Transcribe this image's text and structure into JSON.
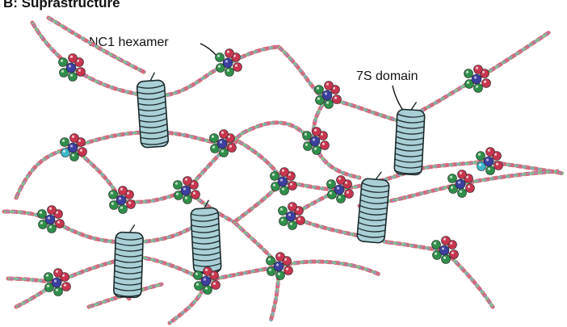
{
  "figure": {
    "title": "B: Suprastructure",
    "labels": {
      "nc1": "NC1 hexamer",
      "s7": "7S domain"
    }
  },
  "colors": {
    "strand_red": "#d46a7e",
    "strand_green": "#7cc28f",
    "strand_blue": "#7aa3d8",
    "coil_fill": "#a9d0d6",
    "coil_stroke": "#1c2a2c",
    "nc1_red": "#c8354f",
    "nc1_green": "#2f8f4a",
    "nc1_blue": "#3b3f9e",
    "nc1_cyan": "#3fb7c9"
  }
}
